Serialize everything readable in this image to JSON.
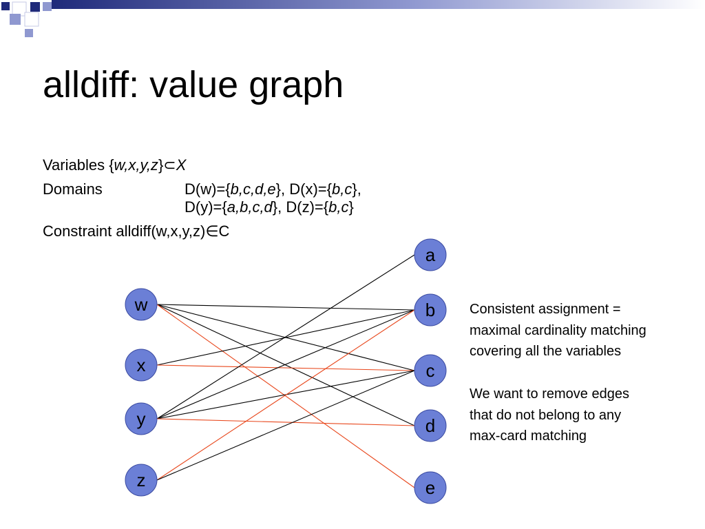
{
  "slide": {
    "title": "alldiff: value graph",
    "variables": {
      "label": "Variables {",
      "set": "w,x,y,z",
      "close": "}",
      "subset": "⊂",
      "X": "X"
    },
    "domains": {
      "label": "Domains",
      "line1": [
        {
          "t": "D(w)={",
          "i": false
        },
        {
          "t": "b,c,d,e",
          "i": true
        },
        {
          "t": "}, D(x)={",
          "i": false
        },
        {
          "t": "b,c",
          "i": true
        },
        {
          "t": "},",
          "i": false
        }
      ],
      "line2": [
        {
          "t": "D(y)={",
          "i": false
        },
        {
          "t": "a,b,c,d",
          "i": true
        },
        {
          "t": "}, D(z)={",
          "i": false
        },
        {
          "t": "b,c",
          "i": true
        },
        {
          "t": "}",
          "i": false
        }
      ]
    },
    "constraint": "Constraint alldiff(w,x,y,z)∈C",
    "note1": [
      "Consistent assignment =",
      "maximal cardinality matching",
      "covering all the variables"
    ],
    "note2": [
      "We want to remove edges",
      "that do not belong to any",
      "max-card matching"
    ]
  },
  "graph": {
    "variables": [
      "w",
      "x",
      "y",
      "z"
    ],
    "values": [
      "a",
      "b",
      "c",
      "d",
      "e"
    ],
    "edges": [
      {
        "from": "w",
        "to": "b",
        "matched": false
      },
      {
        "from": "w",
        "to": "c",
        "matched": false
      },
      {
        "from": "w",
        "to": "d",
        "matched": false
      },
      {
        "from": "w",
        "to": "e",
        "matched": true
      },
      {
        "from": "x",
        "to": "b",
        "matched": false
      },
      {
        "from": "x",
        "to": "c",
        "matched": true
      },
      {
        "from": "y",
        "to": "a",
        "matched": false
      },
      {
        "from": "y",
        "to": "b",
        "matched": false
      },
      {
        "from": "y",
        "to": "c",
        "matched": false
      },
      {
        "from": "y",
        "to": "d",
        "matched": true
      },
      {
        "from": "z",
        "to": "b",
        "matched": true
      },
      {
        "from": "z",
        "to": "c",
        "matched": false
      }
    ]
  },
  "colors": {
    "node_fill": "#6b7fd6",
    "node_stroke": "#3a4aa0",
    "edge": "#000000",
    "matched_edge": "#e8471c",
    "deco_dark": "#1f2a7a",
    "deco_light": "#8f98d0"
  }
}
